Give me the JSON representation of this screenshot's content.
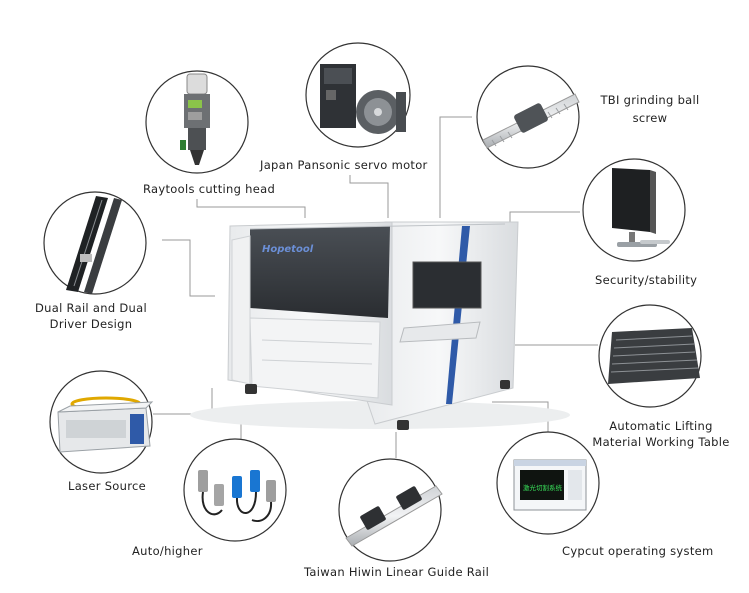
{
  "components": [
    {
      "id": "raytools",
      "label": "Raytools cutting head",
      "icon": "cutting-head-icon"
    },
    {
      "id": "servo",
      "label": "Japan Pansonic servo motor",
      "icon": "servo-motor-icon"
    },
    {
      "id": "ballscrew",
      "label_line1": "TBI grinding ball",
      "label_line2": "screw",
      "icon": "ball-screw-icon"
    },
    {
      "id": "security",
      "label": "Security/stability",
      "icon": "monitor-icon"
    },
    {
      "id": "dualrail",
      "label_line1": "Dual Rail and Dual",
      "label_line2": "Driver Design",
      "icon": "dual-rail-icon"
    },
    {
      "id": "lifting",
      "label_line1": "Automatic Lifting",
      "label_line2": "Material Working Table",
      "icon": "working-table-icon"
    },
    {
      "id": "laser",
      "label": "Laser Source",
      "icon": "laser-source-icon"
    },
    {
      "id": "autohigher",
      "label": "Auto/higher",
      "icon": "sensor-connectors-icon"
    },
    {
      "id": "guiderail",
      "label": "Taiwan Hiwin Linear Guide Rail",
      "icon": "linear-guide-rail-icon"
    },
    {
      "id": "cypcut",
      "label": "Cypcut operating system",
      "icon": "software-screen-icon"
    }
  ],
  "machine": {
    "brand": "Hopetool"
  },
  "screen_text": "激光切割系统",
  "colors": {
    "accent_blue": "#2f5aa8",
    "line": "#9a9a9a",
    "circle": "#333333"
  }
}
